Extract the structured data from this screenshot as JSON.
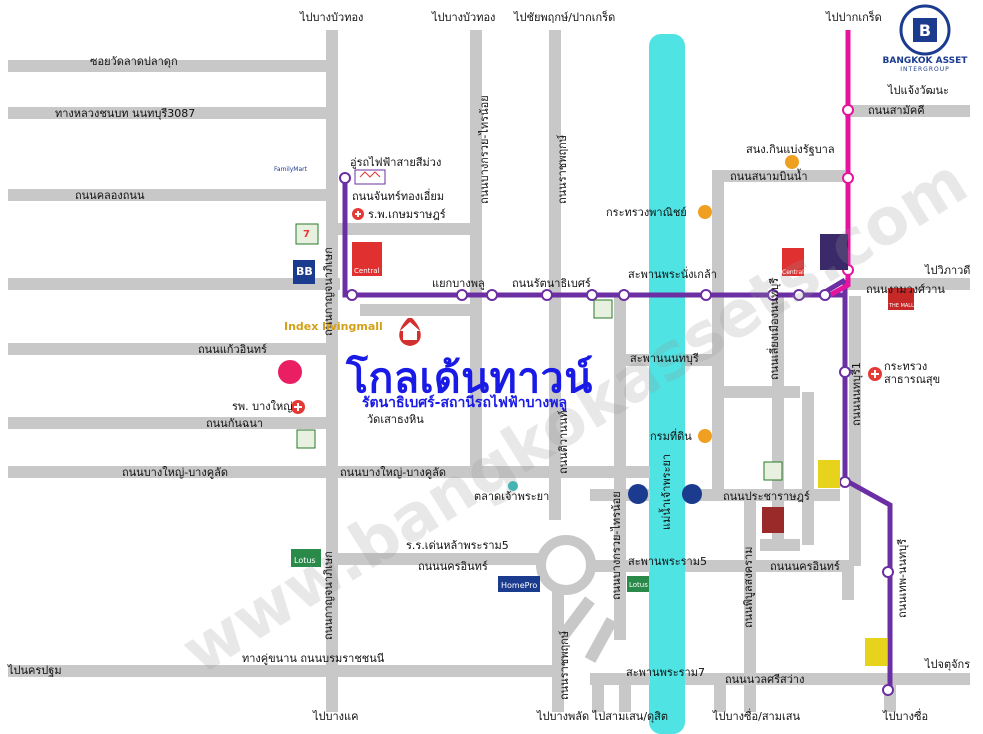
{
  "map": {
    "title": "โกลเด้นทาวน์",
    "subtitle": "รัตนาธิเบศร์-สถานีรถไฟฟ้าบางพลู",
    "logo": {
      "name": "BANGKOK ASSET",
      "sub": "INTERGROUP"
    },
    "colors": {
      "purple_line": "#6b2fa3",
      "pink_line": "#e6139e",
      "river": "#4fe3e3",
      "road": "#c8c8c8",
      "marker": "#f0a020"
    },
    "directions": {
      "top_bang_bua_thong_1": "ไปบางบัวทอง",
      "top_bang_bua_thong_2": "ไปบางบัวทอง",
      "top_chaiyaphruek": "ไปชัยพฤกษ์/ปากเกร็ด",
      "top_pak_kret": "ไปปากเกร็ด",
      "cheang_watthana": "ไปแจ้งวัฒนะ",
      "vibhavadi": "ไปวิภาวดี",
      "chatuchak": "ไปจตุจักร",
      "nakhon_pathom": "ไปนครปฐม",
      "bang_khae": "ไปบางแค",
      "bang_phlat": "ไปบางพลัด ไปสามเสน/ดุสิต",
      "bang_sue_samsen": "ไปบางซื่อ/สามเสน",
      "bang_sue": "ไปบางซื่อ"
    },
    "roads": {
      "soi_wat_talat": "ซอยวัดลาดปลาดุก",
      "highway_3087": "ทางหลวงชนบท นนทบุรี3087",
      "khlong_thanon": "ถนนคลองถนน",
      "kaew_in": "ถนนแก้วอินทร์",
      "kanchana": "ถนนกันฉนา",
      "bang_yai_bang_kruai_left": "ถนนบางใหญ่-บางคูลัด",
      "bang_yai_bang_kruai_mid": "ถนนบางใหญ่-บางคูลัด",
      "nakhon_in_left": "ถนนนครอินทร์",
      "nakhon_in_right": "ถนนนครอินทร์",
      "kanchana_phisek_ring": "ทางคู่ขนาน ถนนบรมราชชนนี",
      "samakkhi": "ถนนสามัคคี",
      "sanambin_nam": "ถนนสนามบินน้ำ",
      "ngam_wong_wan": "ถนนงามวงศ์วาน",
      "pracharat": "ถนนประชาราษฎร์",
      "nuanchawi": "ถนนนวลศรีสว่าง",
      "rattanathibet": "ถนนรัตนาธิเบศร์",
      "bang_phlu_junction": "แยกบางพลู",
      "kanchanaphisek_v": "ถนนกาญจนาภิเษก",
      "bang_kruai_sai_noi": "ถนนบางกรวย-ไทรน้อย",
      "ratchaphruek": "ถนนราชพฤกษ์",
      "tiwanon": "ถนนติวานนท์",
      "liang_mueang": "ถนนเลี่ยงเมืองนนทบุรี",
      "phibun_songkhram": "ถนนพิบูลสงคราม",
      "bang_kruai_sai_noi_lower": "ถนนบางกรวย-ไทรน้อย",
      "chao_phraya": "แม่น้ำเจ้าพระยา",
      "nonthaburi_1": "ถนนนนทบุรี1",
      "kanchanaphisek_lower": "ถนนกาญจนาภิเษก",
      "prachanarueban_nonthaburi": "ถนนเทพ-นนทบุรี"
    },
    "bridges": {
      "phra_nang_klao": "สะพานพระนั่งเกล้า",
      "nonthaburi": "สะพานนนทบุรี",
      "rama5": "สะพานพระราม5",
      "rama7": "สะพานพระราม7"
    },
    "places": {
      "bts_khlong_bang_phai": "อู่รถไฟฟ้าสายสีม่วง",
      "chankraphong": "ถนนจันทร์ทองเอี่ยม",
      "kasemrad": "ร.พ.เกษมราษฎร์",
      "index_livingmall": "Index livingmall",
      "bang_yai_hospital": "รพ. บางใหญ่",
      "wat_sao_thong_hin": "วัดเสาธงหิน",
      "talat_chao_phraya": "ตลาดเจ้าพระยา",
      "school_rama5": "ร.ร.เด่นหล้าพระราม5",
      "tax_office": "สนง.กินแบ่งรัฐบาล",
      "ministry_commerce": "กระทรวงพาณิชย์",
      "land_dept": "กรมที่ดิน",
      "ministry_health": "กระทรวง สาธารณสุข",
      "familymart": "FamilyMart",
      "central_left": "Central",
      "central_right": "Central",
      "homepro": "HomePro",
      "lotus_left": "Lotus",
      "lotus_right": "Lotus",
      "the_mall": "THE MALL",
      "bb": "BB",
      "seven_eleven": "7"
    },
    "watermark": "www.bangkokassets.com"
  }
}
